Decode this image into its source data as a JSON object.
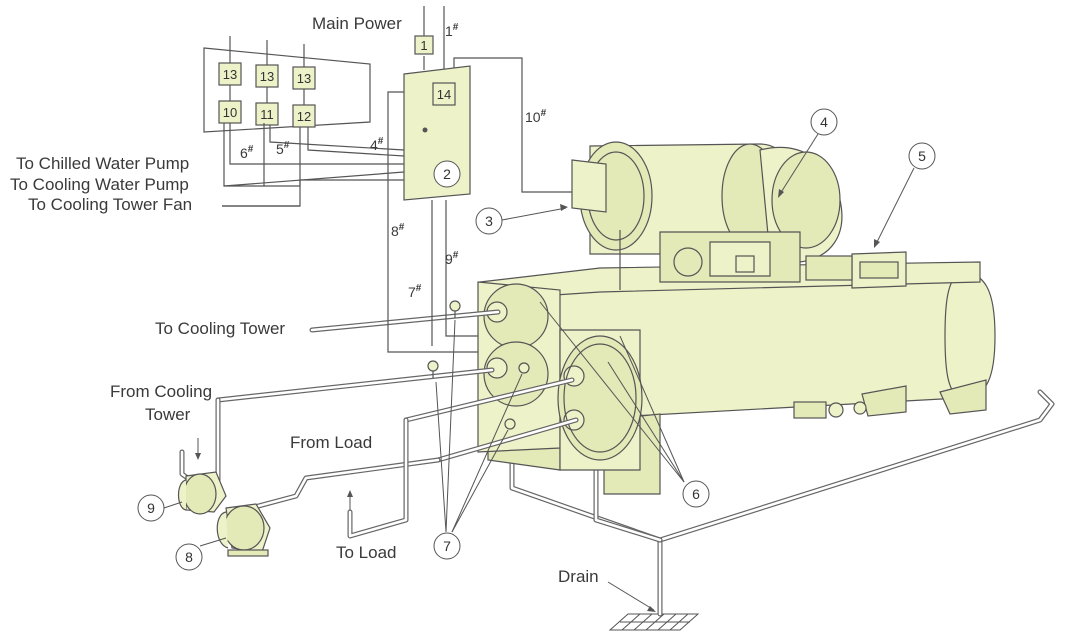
{
  "labels": {
    "main_power": "Main Power",
    "to_chilled_water_pump": "To Chilled Water Pump",
    "to_cooling_water_pump": "To Cooling Water Pump",
    "to_cooling_tower_fan": "To Cooling Tower Fan",
    "to_cooling_tower": "To Cooling Tower",
    "from_cooling_tower_1": "From Cooling",
    "from_cooling_tower_2": "Tower",
    "from_load": "From Load",
    "to_load": "To Load",
    "drain": "Drain"
  },
  "wires": {
    "w1": "1",
    "w4": "4",
    "w5": "5",
    "w6": "6",
    "w7": "7",
    "w8": "8",
    "w9": "9",
    "w10": "10",
    "mark": "#"
  },
  "boxes": {
    "b1": "1",
    "b13a": "13",
    "b13b": "13",
    "b13c": "13",
    "b10": "10",
    "b11": "11",
    "b12": "12",
    "b14": "14"
  },
  "callouts": {
    "c2": "2",
    "c3": "3",
    "c4": "4",
    "c5": "5",
    "c6": "6",
    "c7": "7",
    "c8": "8",
    "c9": "9"
  }
}
